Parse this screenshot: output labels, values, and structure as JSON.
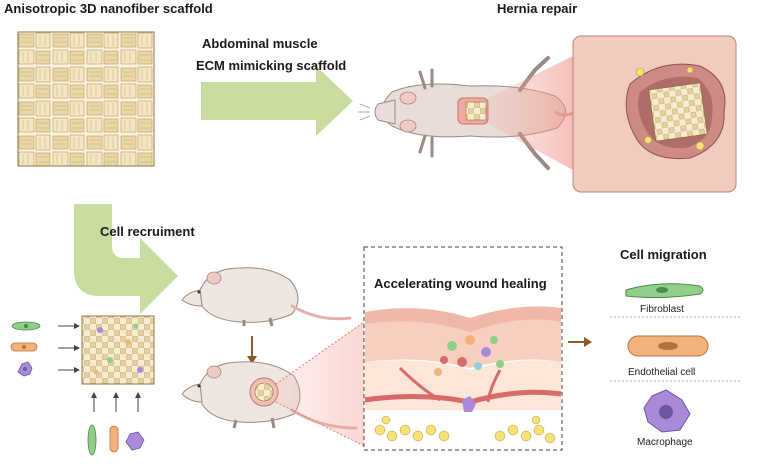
{
  "labels": {
    "scaffold_title": "Anisotropic 3D nanofiber scaffold",
    "hernia_repair": "Hernia repair",
    "arrow_text_line1": "Abdominal muscle",
    "arrow_text_line2": "ECM mimicking scaffold",
    "cell_recruitment": "Cell recruiment",
    "wound_healing": "Accelerating wound healing",
    "cell_migration": "Cell migration",
    "fibroblast": "Fibroblast",
    "endothelial_cell": "Endothelial cell",
    "macrophage": "Macrophage"
  },
  "colors": {
    "arrow_green": "#c9dc9f",
    "scaffold_fiber": "#e8d6a8",
    "skin_pink": "#efd0c6",
    "fibroblast_green": "#8fcf8a",
    "endothelial_orange": "#f2b27a",
    "macrophage_purple": "#a98ad8",
    "fat_yellow": "#f3e27a",
    "vessel_red": "#d96a6a"
  }
}
